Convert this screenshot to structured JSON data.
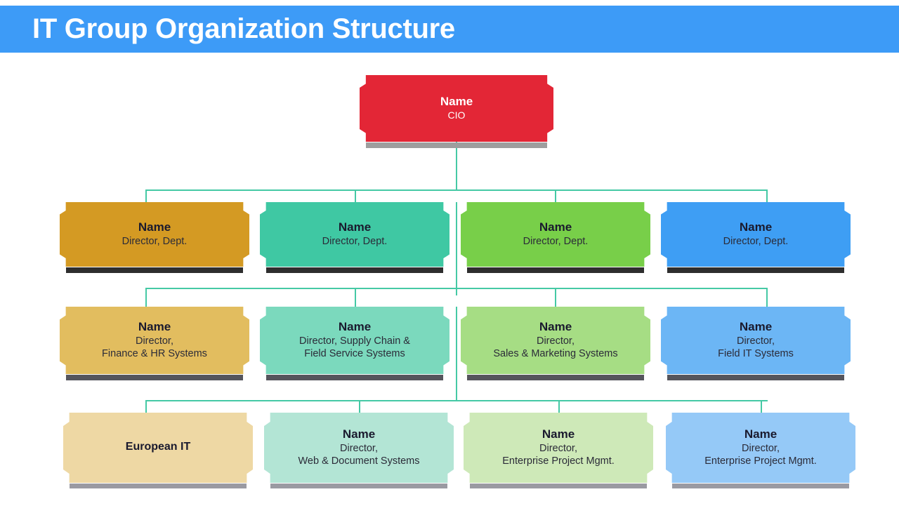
{
  "header": {
    "title": "IT Group Organization Structure",
    "background_color": "#3d9bf7",
    "text_color": "#ffffff"
  },
  "theme": {
    "connector_color": "#45c9a5",
    "page_background": "#ffffff"
  },
  "chart_data": {
    "type": "diagram",
    "title": "IT Group Organization Structure",
    "layout": "org-chart",
    "levels": 4,
    "root": {
      "id": "cio",
      "title": "Name",
      "subtitle": "CIO",
      "color": "#e32636",
      "shadow_color": "#9e9e9e",
      "text_color": "#ffffff"
    },
    "rows": [
      {
        "level": 2,
        "shadow_color": "#2e2e2e",
        "nodes": [
          {
            "id": "r2c1",
            "title": "Name",
            "subtitle": "Director, Dept.",
            "color": "#d49a23"
          },
          {
            "id": "r2c2",
            "title": "Name",
            "subtitle": "Director, Dept.",
            "color": "#3fc8a3"
          },
          {
            "id": "r2c3",
            "title": "Name",
            "subtitle": "Director, Dept.",
            "color": "#78cf49"
          },
          {
            "id": "r2c4",
            "title": "Name",
            "subtitle": "Director, Dept.",
            "color": "#3e9ef4"
          }
        ]
      },
      {
        "level": 3,
        "shadow_color": "#55555c",
        "nodes": [
          {
            "id": "r3c1",
            "title": "Name",
            "subtitle": "Director,\nFinance & HR Systems",
            "color": "#e2bd5f"
          },
          {
            "id": "r3c2",
            "title": "Name",
            "subtitle": "Director, Supply Chain &\nField Service Systems",
            "color": "#7bd9bd"
          },
          {
            "id": "r3c3",
            "title": "Name",
            "subtitle": "Director,\nSales & Marketing Systems",
            "color": "#a6dd84"
          },
          {
            "id": "r3c4",
            "title": "Name",
            "subtitle": "Director,\nField IT Systems",
            "color": "#6cb6f5"
          }
        ]
      },
      {
        "level": 4,
        "shadow_color": "#9a9aa2",
        "nodes": [
          {
            "id": "r4c1",
            "title": "European IT",
            "subtitle": "",
            "color": "#eed8a4"
          },
          {
            "id": "r4c2",
            "title": "Name",
            "subtitle": "Director,\nWeb & Document Systems",
            "color": "#b3e5d5"
          },
          {
            "id": "r4c3",
            "title": "Name",
            "subtitle": "Director,\nEnterprise Project Mgmt.",
            "color": "#cee9b8"
          },
          {
            "id": "r4c4",
            "title": "Name",
            "subtitle": "Director,\nEnterprise Project Mgmt.",
            "color": "#95c9f7"
          }
        ]
      }
    ]
  }
}
